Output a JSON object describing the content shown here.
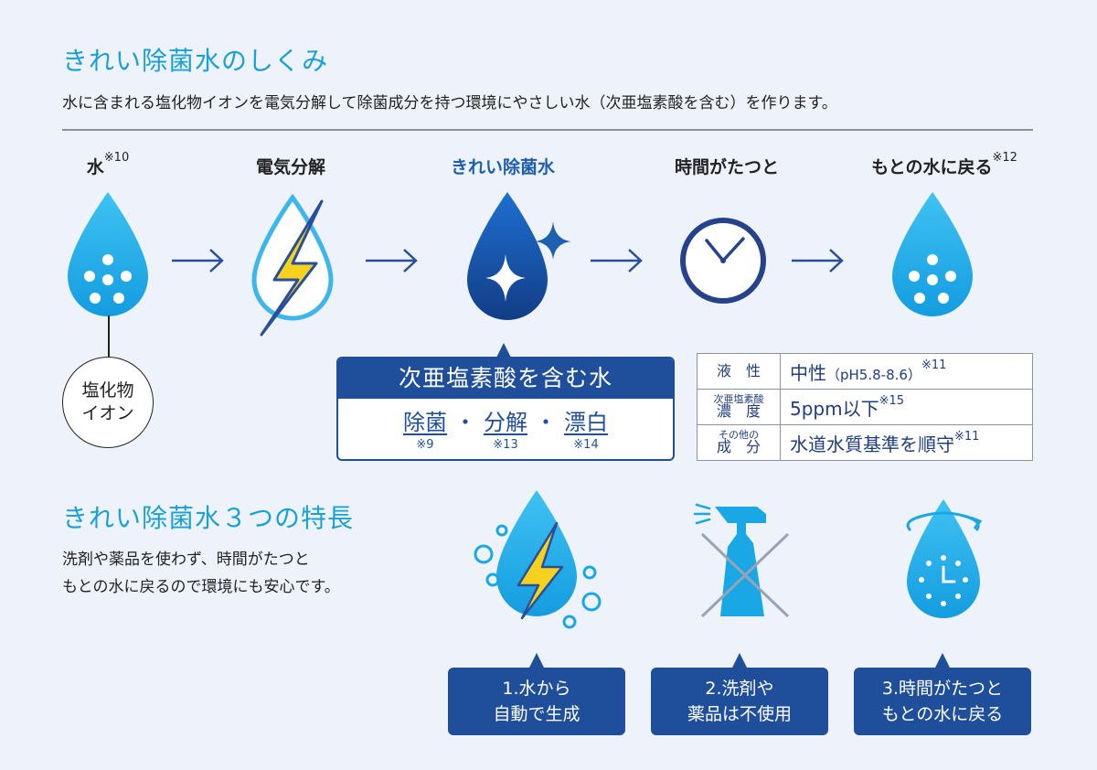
{
  "section1": {
    "title": "きれい除菌水のしくみ",
    "description": "水に含まれる塩化物イオンを電気分解して除菌成分を持つ環境にやさしい水（次亜塩素酸を含む）を作ります。"
  },
  "steps": [
    {
      "label": "水",
      "note": "※10"
    },
    {
      "label": "電気分解",
      "note": ""
    },
    {
      "label": "きれい除菌水",
      "note": ""
    },
    {
      "label": "時間がたつと",
      "note": ""
    },
    {
      "label": "もとの水に戻る",
      "note": "※12"
    }
  ],
  "ion_label": [
    "塩化物",
    "イオン"
  ],
  "hypochlorous": {
    "title": "次亜塩素酸を含む水",
    "effects": [
      {
        "word": "除菌",
        "note": "※9"
      },
      {
        "word": "分解",
        "note": "※13"
      },
      {
        "word": "漂白",
        "note": "※14"
      }
    ],
    "separator": "・"
  },
  "properties": [
    {
      "key_small": "",
      "key": "液　性",
      "value": "中性",
      "value_small": "（pH5.8-8.6）",
      "note": "※11"
    },
    {
      "key_small": "次亜塩素酸",
      "key": "濃　度",
      "value": "5ppm以下",
      "value_small": "",
      "note": "※15"
    },
    {
      "key_small": "その他の",
      "key": "成　分",
      "value": "水道水質基準を順守",
      "value_small": "",
      "note": "※11"
    }
  ],
  "section2": {
    "title": "きれい除菌水３つの特長",
    "description_lines": [
      "洗剤や薬品を使わず、時間がたつと",
      "もとの水に戻るので環境にも安心です。"
    ]
  },
  "features": [
    {
      "line1": "1.水から",
      "line2": "自動で生成"
    },
    {
      "line1": "2.洗剤や",
      "line2": "薬品は不使用"
    },
    {
      "line1": "3.時間がたつと",
      "line2": "もとの水に戻る"
    }
  ],
  "colors": {
    "accent": "#1aa0d8",
    "navy": "#1f4e9a",
    "drop_light": "#1aa7e6",
    "background": "#eef3fb"
  }
}
